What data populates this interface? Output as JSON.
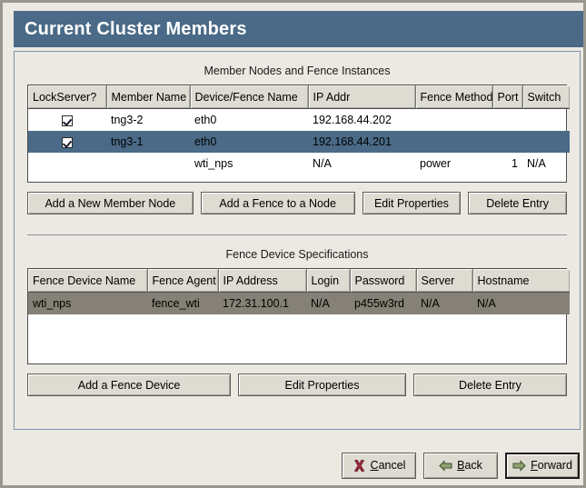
{
  "window": {
    "title": "Current Cluster Members"
  },
  "colors": {
    "titlebar": "#4a6a87",
    "selection_active": "#4a6a87",
    "selection_inactive": "#868176",
    "panel_bg": "#ece9e3",
    "header_bg": "#dedbd2",
    "cancel_icon": "#9e2b3c",
    "arrow_icon": "#84996b"
  },
  "members_section": {
    "heading": "Member Nodes and Fence Instances",
    "columns": [
      "LockServer?",
      "Member Name",
      "Device/Fence Name",
      "IP Addr",
      "Fence Method",
      "Port",
      "Switch"
    ],
    "rows": [
      {
        "lockserver_checked": true,
        "member_name": "tng3-2",
        "device_fence_name": "eth0",
        "ip_addr": "192.168.44.202",
        "fence_method": "",
        "port": "",
        "switch": "",
        "selected": false
      },
      {
        "lockserver_checked": true,
        "member_name": "tng3-1",
        "device_fence_name": "eth0",
        "ip_addr": "192.168.44.201",
        "fence_method": "",
        "port": "",
        "switch": "",
        "selected": true
      },
      {
        "lockserver_checked": false,
        "member_name": "",
        "device_fence_name": "wti_nps",
        "ip_addr": "N/A",
        "fence_method": "power",
        "port": "1",
        "switch": "N/A",
        "selected": false
      }
    ],
    "buttons": [
      "Add a New Member Node",
      "Add a Fence to a Node",
      "Edit Properties",
      "Delete Entry"
    ]
  },
  "fence_section": {
    "heading": "Fence Device Specifications",
    "columns": [
      "Fence Device Name",
      "Fence Agent",
      "IP Address",
      "Login",
      "Password",
      "Server",
      "Hostname"
    ],
    "rows": [
      {
        "fence_device_name": "wti_nps",
        "fence_agent": "fence_wti",
        "ip_address": "172.31.100.1",
        "login": "N/A",
        "password": "p455w3rd",
        "server": "N/A",
        "hostname": "N/A",
        "selected": true
      }
    ],
    "buttons": [
      "Add a Fence Device",
      "Edit Properties",
      "Delete Entry"
    ]
  },
  "footer": {
    "cancel": {
      "label": "Cancel",
      "mnemonic": "C",
      "rest": "ancel",
      "icon": "close-x-icon"
    },
    "back": {
      "label": "Back",
      "mnemonic": "B",
      "rest": "ack",
      "icon": "arrow-left-icon"
    },
    "forward": {
      "label": "Forward",
      "mnemonic": "F",
      "rest": "orward",
      "icon": "arrow-right-icon"
    }
  }
}
